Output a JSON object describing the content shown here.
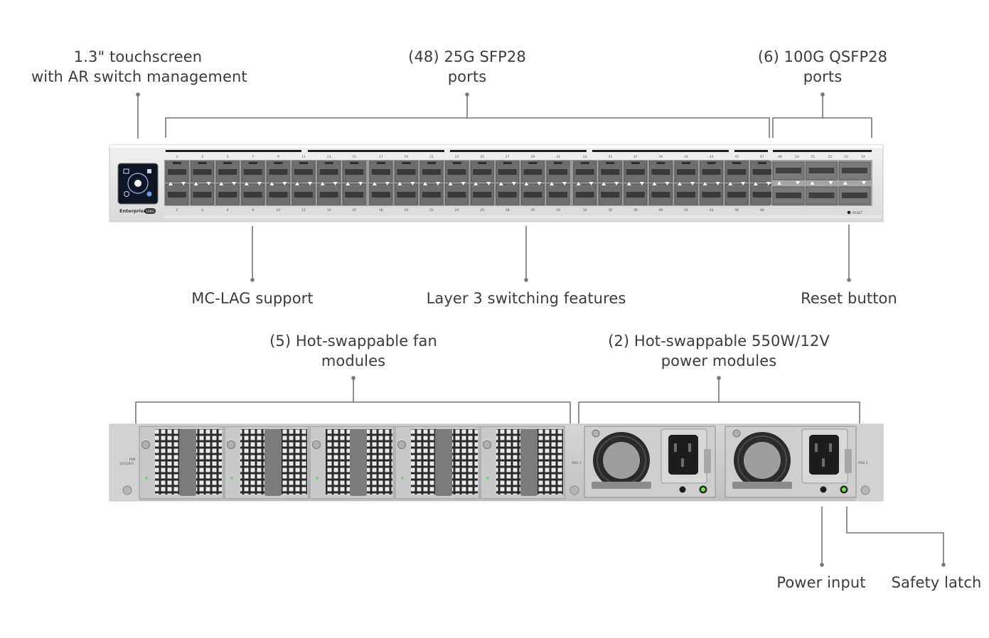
{
  "callouts": {
    "touchscreen": {
      "line1": "1.3\" touchscreen",
      "line2": "with AR switch management"
    },
    "sfp28": {
      "line1": "(48) 25G SFP28",
      "line2": "ports"
    },
    "qsfp28": {
      "line1": "(6) 100G QSFP28",
      "line2": "ports"
    },
    "mclag": {
      "line1": "MC-LAG support"
    },
    "layer3": {
      "line1": "Layer 3 switching features"
    },
    "reset": {
      "line1": "Reset button"
    },
    "fans": {
      "line1": "(5) Hot-swappable fan",
      "line2": "modules"
    },
    "power_modules": {
      "line1": "(2) Hot-swappable 550W/12V",
      "line2": "power modules"
    },
    "power_input": {
      "line1": "Power input"
    },
    "safety_latch": {
      "line1": "Safety latch"
    }
  },
  "front_panel": {
    "brand": "Enterprise",
    "badge": "100G",
    "reset_label": "RESET",
    "top_port_numbers": [
      "1",
      "3",
      "5",
      "7",
      "9",
      "11",
      "13",
      "15",
      "17",
      "19",
      "21",
      "23",
      "25",
      "27",
      "29",
      "31",
      "33",
      "35",
      "37",
      "39",
      "41",
      "43",
      "45",
      "47"
    ],
    "bottom_port_numbers": [
      "2",
      "4",
      "6",
      "8",
      "10",
      "12",
      "14",
      "16",
      "18",
      "20",
      "22",
      "24",
      "26",
      "28",
      "30",
      "32",
      "34",
      "36",
      "38",
      "40",
      "42",
      "44",
      "46",
      "48"
    ],
    "qsfp_numbers": [
      "49",
      "50",
      "51",
      "52",
      "53",
      "54"
    ]
  },
  "rear_panel": {
    "fan_label_line1": "FAN",
    "fan_label_line2": "1/2/3/4/5",
    "psu1_label": "PSU 1",
    "psu2_label": "PSU 2"
  }
}
